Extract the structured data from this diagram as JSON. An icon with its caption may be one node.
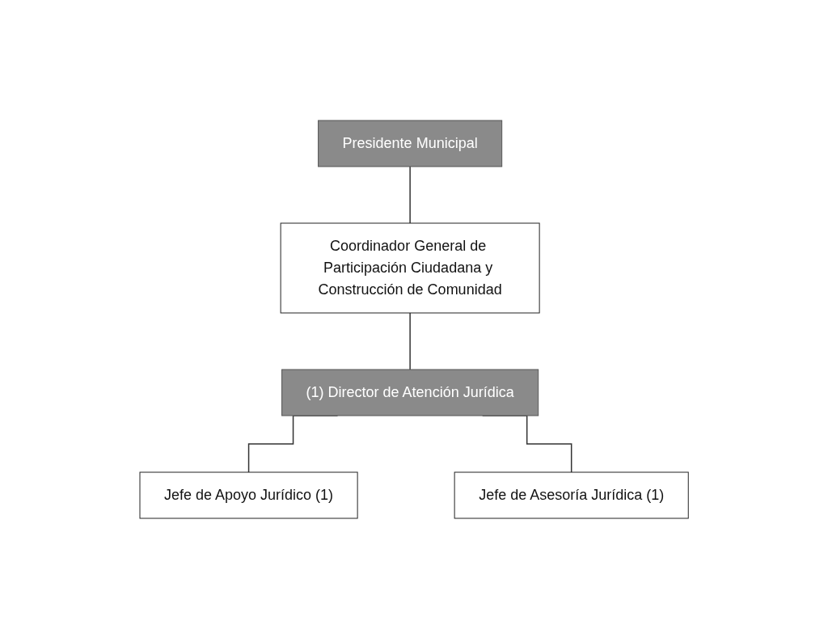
{
  "diagram": {
    "nodes": [
      {
        "text": [
          "Presidente Municipal"
        ]
      },
      {
        "text": [
          "Coordinador General de Participación Ciudadana y Construcción de Comunidad"
        ]
      },
      {
        "text": [
          "(1) Director de Atención Jurídica"
        ]
      },
      {
        "text": [
          "Jefe de Apoyo Jurídico (1)"
        ]
      },
      {
        "text": [
          "Jefe de Asesoría Jurídica (1)"
        ]
      }
    ],
    "edges": [
      {
        "from": 0,
        "to": 1,
        "arrow": "none"
      },
      {
        "from": 1,
        "to": 2,
        "arrow": "none"
      },
      {
        "from": 2,
        "to": 3,
        "arrow": "none"
      },
      {
        "from": 2,
        "to": 4,
        "arrow": "none"
      }
    ]
  }
}
